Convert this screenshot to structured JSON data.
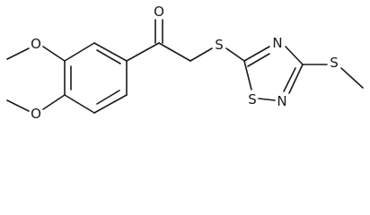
{
  "molecule": {
    "atoms": {
      "carbonyl_oxygen": "O",
      "methoxy_oxygen_1": "O",
      "methoxy_oxygen_2": "O",
      "thioether_sulfur": "S",
      "ring_nitrogen_top": "N",
      "ring_sulfur": "S",
      "ring_nitrogen_bottom": "N",
      "methylthio_sulfur": "S"
    }
  }
}
